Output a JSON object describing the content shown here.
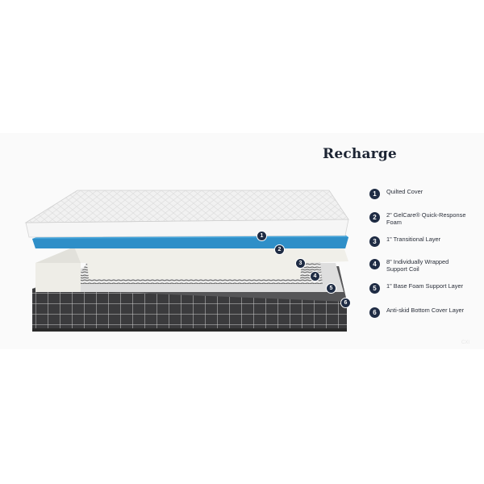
{
  "product": {
    "title": "Recharge",
    "brand_mark": "CXI"
  },
  "layers": [
    {
      "number": "1",
      "label": "Quilted Cover"
    },
    {
      "number": "2",
      "label": "2\" GelCare® Quick-Response Foam"
    },
    {
      "number": "3",
      "label": "1\" Transitional Layer"
    },
    {
      "number": "4",
      "label": "8\" Individually Wrapped Support Coil"
    },
    {
      "number": "5",
      "label": "1\" Base Foam Support Layer"
    },
    {
      "number": "6",
      "label": "Anti-skid Bottom Cover Layer"
    }
  ],
  "colors": {
    "accent": "#1f2c44",
    "gel_foam": "#3e9fd6",
    "base_cover": "#3d3d3d"
  }
}
